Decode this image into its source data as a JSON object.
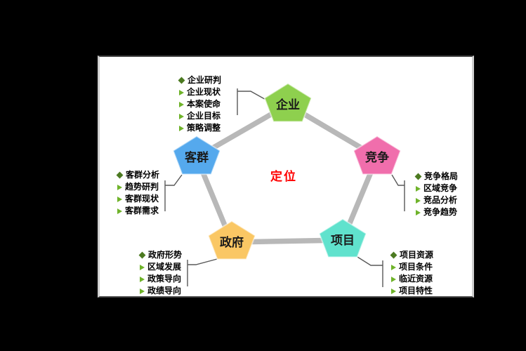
{
  "center": {
    "label": "定位"
  },
  "nodes": [
    {
      "label": "企业",
      "color": "#8ed04e",
      "items": [
        "企业研判",
        "企业现状",
        "本案使命",
        "企业目标",
        "策略调整"
      ]
    },
    {
      "label": "竞争",
      "color": "#f06eac",
      "items": [
        "竞争格局",
        "区域竞争",
        "竞品分析",
        "竞争趋势"
      ]
    },
    {
      "label": "项目",
      "color": "#60e2cd",
      "items": [
        "项目资源",
        "项目条件",
        "临近资源",
        "项目特性"
      ]
    },
    {
      "label": "政府",
      "color": "#fac764",
      "items": [
        "政府形势",
        "区域发展",
        "政策导向",
        "政绩导向"
      ]
    },
    {
      "label": "客群",
      "color": "#55a9ed",
      "items": [
        "客群分析",
        "趋势研判",
        "客群现状",
        "客群需求"
      ]
    }
  ],
  "bullets": {
    "first_item_icon": "diamond",
    "other_item_icon": "arrow-right"
  },
  "theme": {
    "page_bg": "#000000",
    "panel_bg": "#ffffff",
    "panel_border_top": "#3f3f3f",
    "panel_border_side": "#cfcfcf",
    "connector": "#b8b8b8",
    "callout": "#595959",
    "center_text": "#ff0000",
    "diamond_bullet": "#4c7a21",
    "arrow_bullet": "#6fb32a",
    "list_text": "#000000"
  }
}
